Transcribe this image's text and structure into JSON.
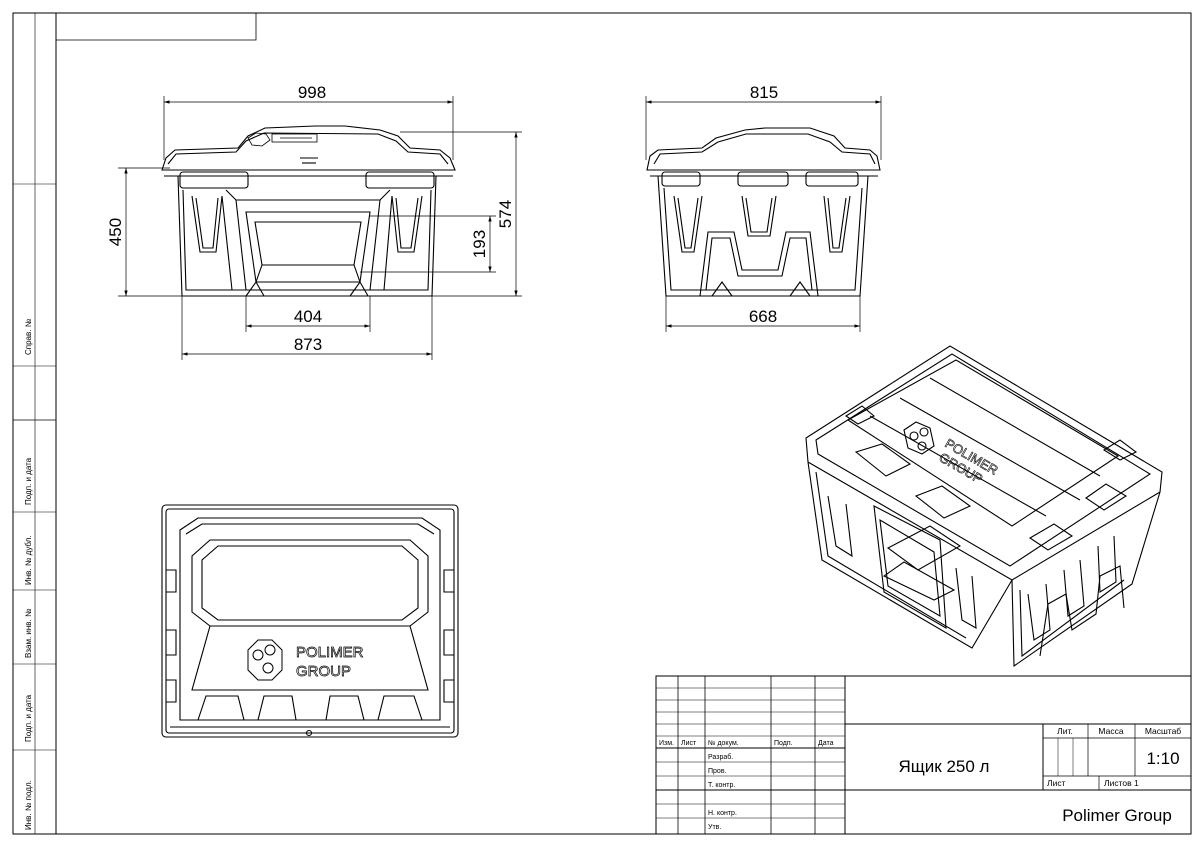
{
  "dimensions": {
    "front_width": "998",
    "front_height": "450",
    "front_total_height": "574",
    "opening_height": "193",
    "opening_width": "404",
    "base_width": "873",
    "side_width": "815",
    "side_base_width": "668"
  },
  "side_stamps": {
    "sprav": "Справ. №",
    "podp_data_1": "Подп. и дата",
    "inv_dubl": "Инв. № дубл.",
    "vzam_inv": "Взам. инв. №",
    "podp_data_2": "Подп. и дата",
    "inv_podl": "Инв. № подл."
  },
  "logo": {
    "line1": "POLIMER",
    "line2": "GROUP"
  },
  "title_block": {
    "headers": {
      "izm": "Изм.",
      "list": "Лист",
      "doc_no": "№ докум.",
      "podp": "Подп.",
      "data": "Дата"
    },
    "roles": {
      "razrab": "Разраб.",
      "prov": "Пров.",
      "t_kontr": "Т. контр.",
      "n_kontr": "Н. контр.",
      "utv": "Утв."
    },
    "title": "Ящик 250 л",
    "lit_label": "Лит.",
    "mass_label": "Масса",
    "scale_label": "Масштаб",
    "scale": "1:10",
    "sheet_label": "Лист",
    "sheets_label": "Листов 1",
    "company": "Polimer Group"
  }
}
